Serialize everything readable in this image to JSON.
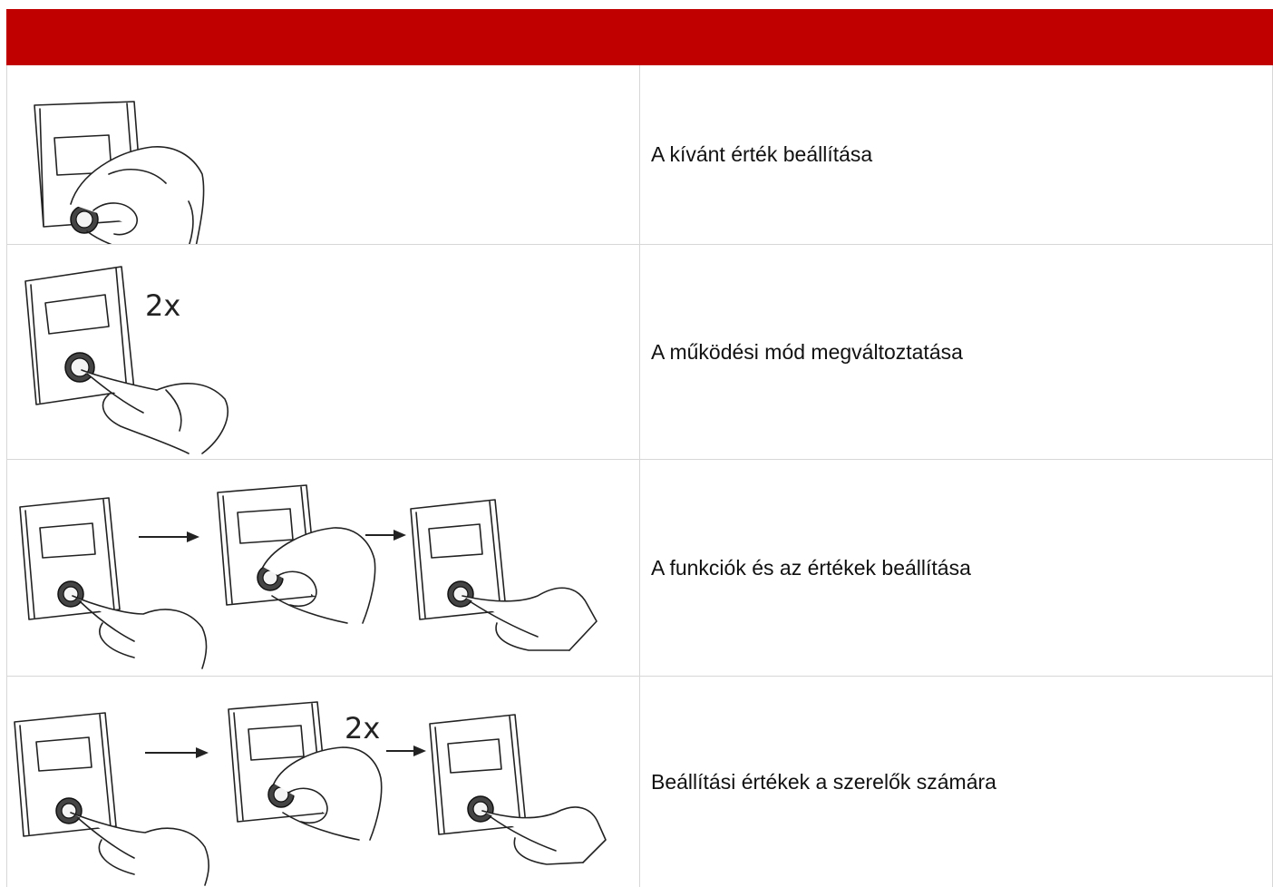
{
  "table": {
    "rows": [
      {
        "description": "A kívánt érték beállítása",
        "steps": [
          "turn-knob"
        ]
      },
      {
        "description": "A működési mód megváltoztatása",
        "steps": [
          "press-knob"
        ],
        "multiplier": "2x"
      },
      {
        "description": "A funkciók és az értékek beállítása",
        "steps": [
          "press-knob",
          "turn-knob",
          "press-knob"
        ]
      },
      {
        "description": "Beállítási értékek a szerelők számára",
        "steps": [
          "press-knob",
          "turn-knob",
          "press-knob"
        ],
        "multiplier": "2x"
      }
    ]
  },
  "colors": {
    "header": "#c00000",
    "border": "#d7d7d7"
  }
}
